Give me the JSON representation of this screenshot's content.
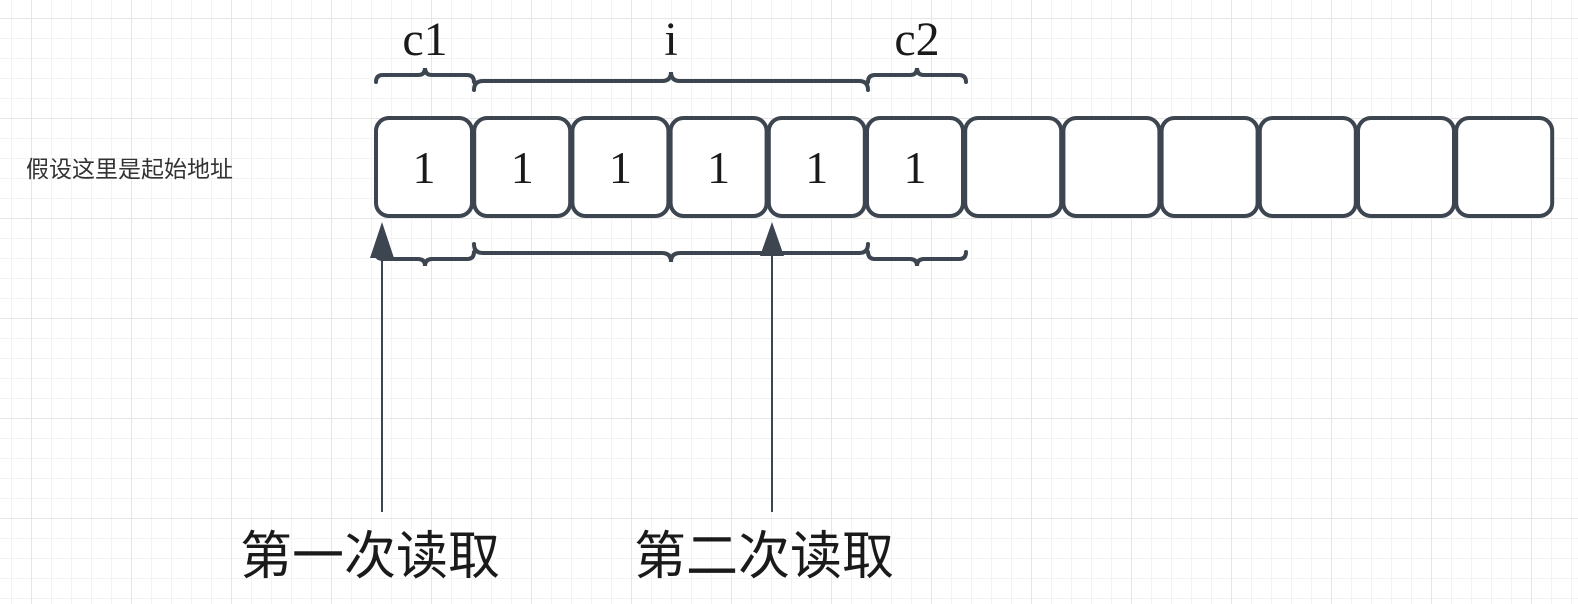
{
  "start_address_label": "假设这里是起始地址",
  "labels": {
    "c1": "c1",
    "i": "i",
    "c2": "c2"
  },
  "cells": [
    "1",
    "1",
    "1",
    "1",
    "1",
    "1",
    "",
    "",
    "",
    "",
    "",
    ""
  ],
  "reads": {
    "first": "第一次读取",
    "second": "第二次读取"
  },
  "colors": {
    "stroke": "#3d4650",
    "grid": "#e6e6e6"
  }
}
